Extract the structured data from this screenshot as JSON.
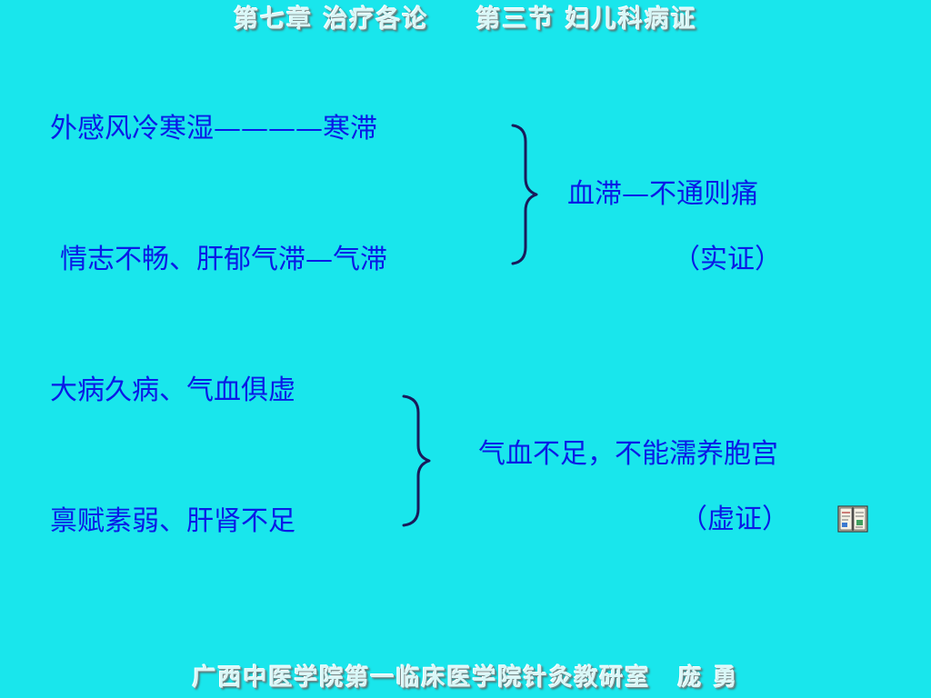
{
  "header": {
    "chapter": "第七章 治疗各论",
    "section": "第三节 妇儿科病证"
  },
  "group1": {
    "cause1": "外感风冷寒湿————寒滞",
    "cause2": "情志不畅、肝郁气滞—气滞",
    "result": "血滞—不通则痛",
    "type": "（实证）"
  },
  "group2": {
    "cause1": "大病久病、气血俱虚",
    "cause2": "禀赋素弱、肝肾不足",
    "result": "气血不足，不能濡养胞宫",
    "type": "（虚证）"
  },
  "footer": {
    "institution": "广西中医学院第一临床医学院针灸教研室",
    "author": "庞 勇"
  },
  "icons": {
    "book": "book-icon"
  },
  "colors": {
    "background": "#19e6ec",
    "text": "#0a1ae6"
  }
}
